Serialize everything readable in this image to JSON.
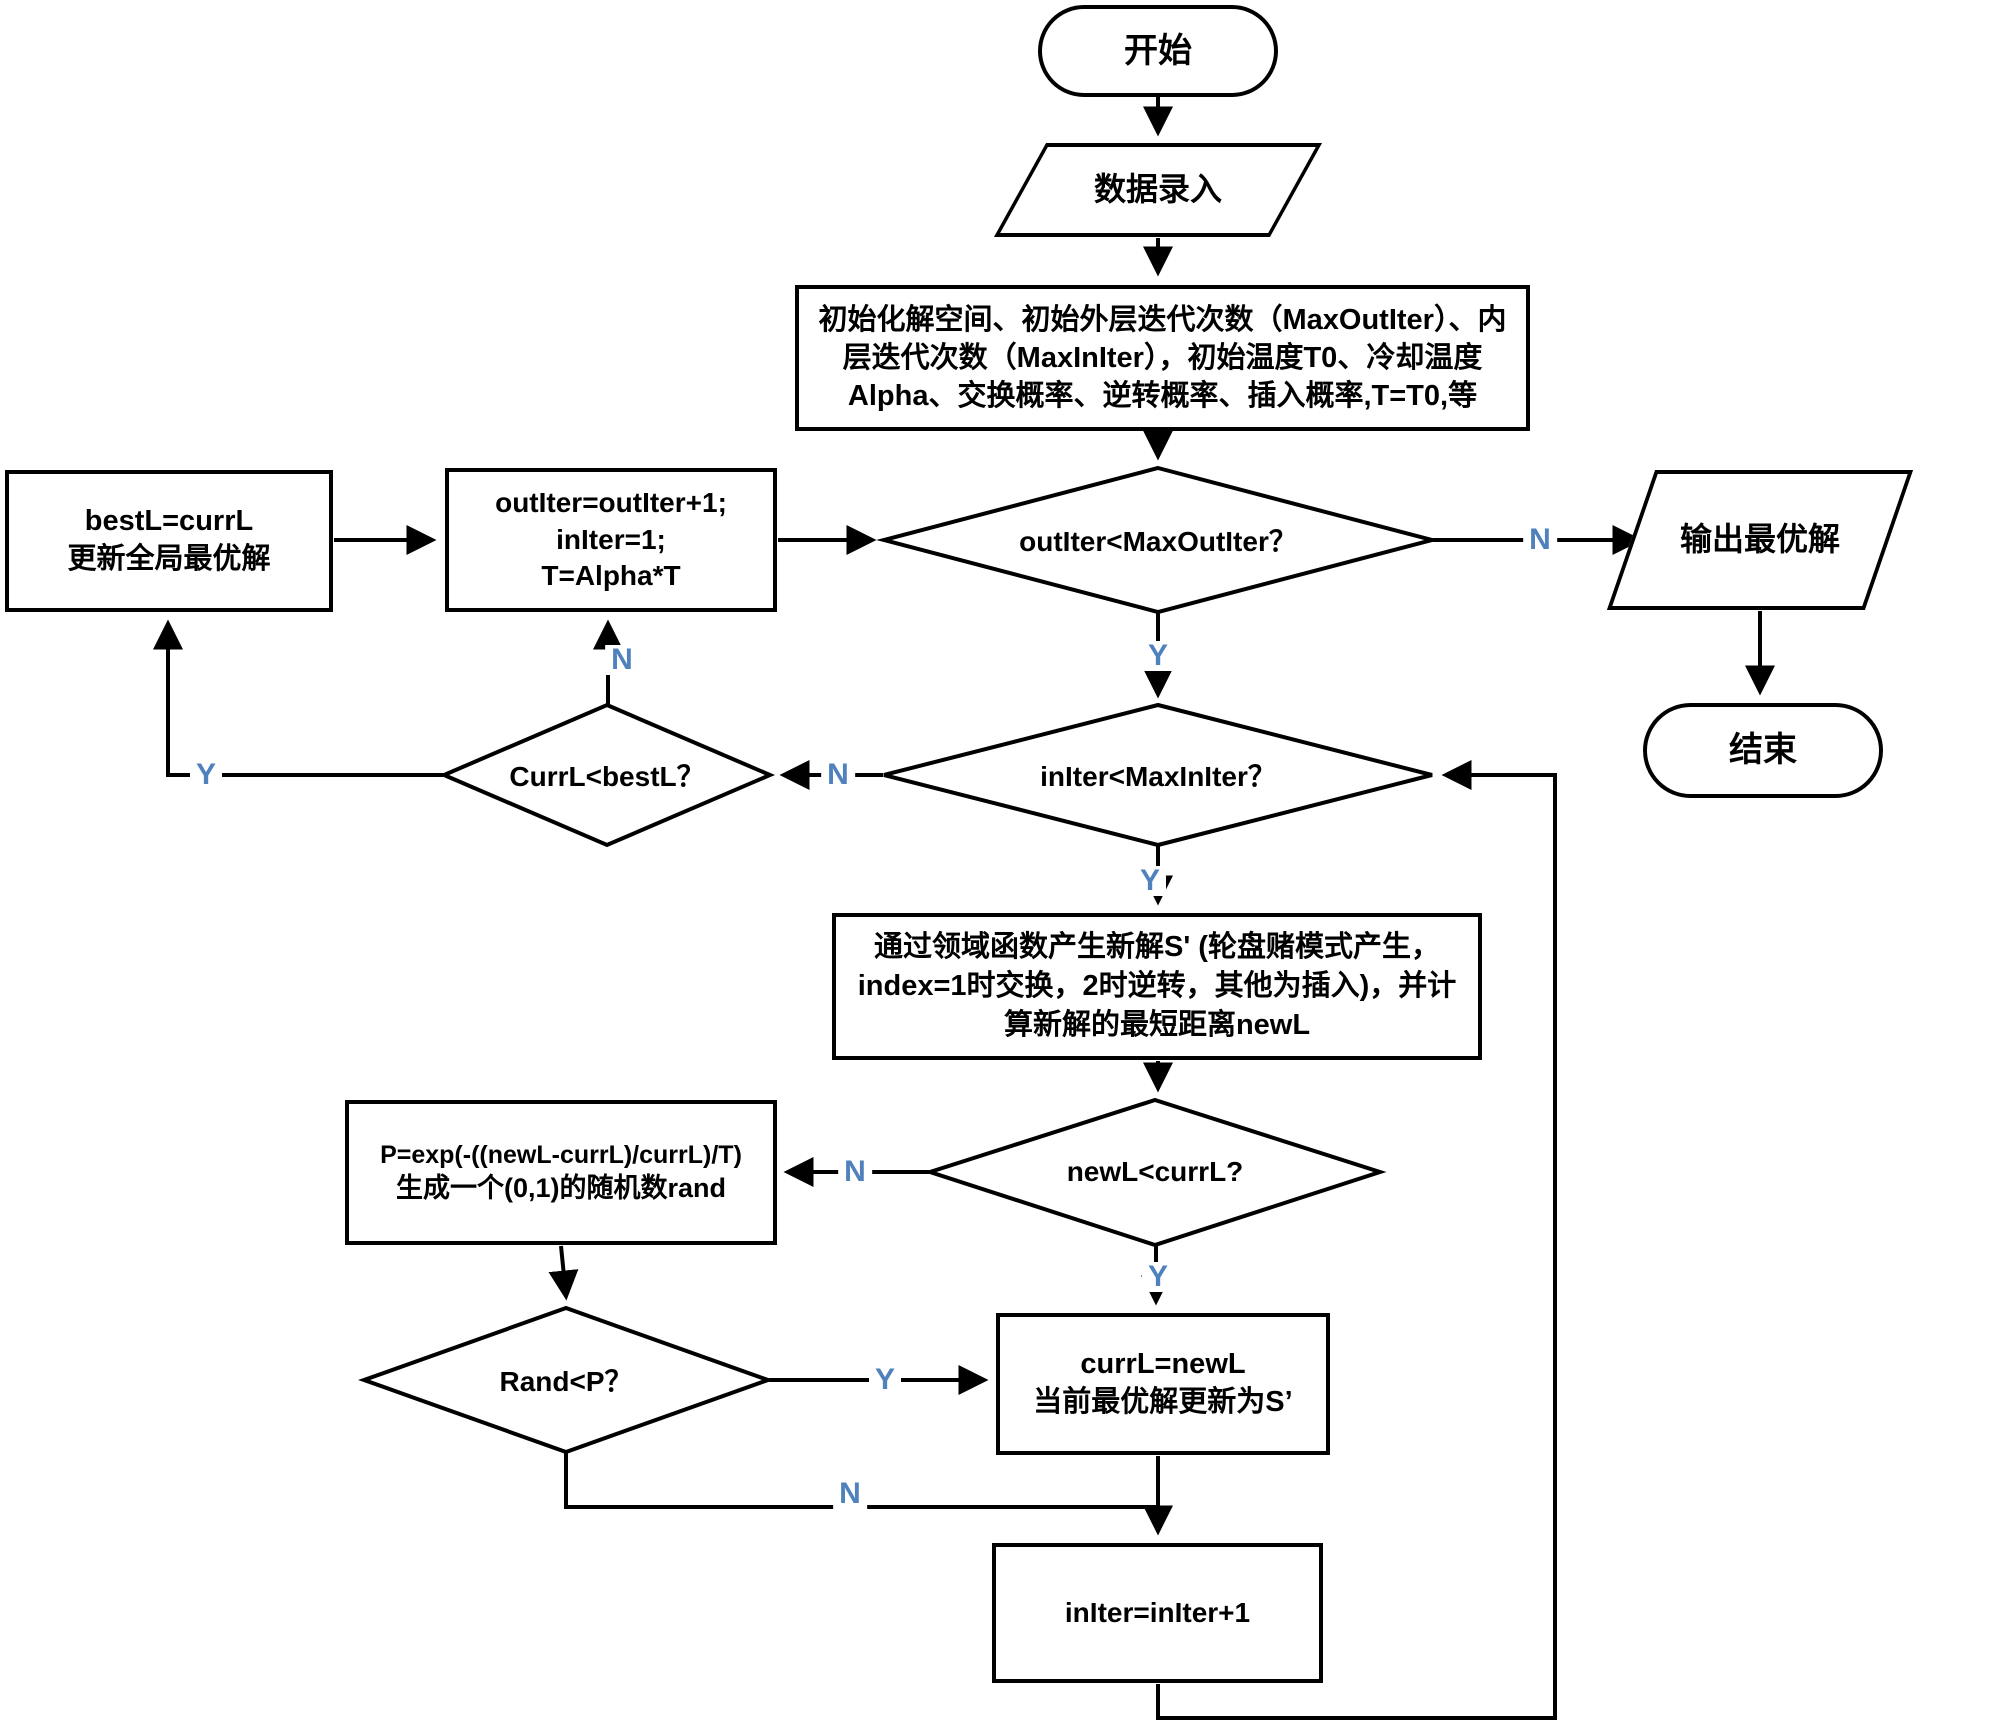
{
  "colors": {
    "stroke": "#000000",
    "shape_fill": "#ffffff",
    "text": "#000000",
    "branch_label": "#4f81bd"
  },
  "nodes": {
    "start": {
      "label": "开始"
    },
    "data_input": {
      "label": "数据录入"
    },
    "init": {
      "label": "初始化解空间、初始外层迭代次数（MaxOutIter）、内层迭代次数（MaxInIter），初始温度T0、冷却温度Alpha、交换概率、逆转概率、插入概率,T=T0,等"
    },
    "update_best": {
      "line1": "bestL=currL",
      "line2": "更新全局最优解"
    },
    "outer_update": {
      "line1": "outIter=outIter+1;",
      "line2": "inIter=1;",
      "line3": "T=Alpha*T"
    },
    "decision_outer": {
      "label": "outIter<MaxOutIter？"
    },
    "output_best": {
      "label": "输出最优解"
    },
    "end": {
      "label": "结束"
    },
    "decision_currbest": {
      "label": "CurrL<bestL？"
    },
    "decision_inner": {
      "label": "inIter<MaxInIter？"
    },
    "neighborhood": {
      "label": "通过领域函数产生新解S' (轮盘赌模式产生，index=1时交换，2时逆转，其他为插入)，并计算新解的最短距离newL"
    },
    "decision_newl": {
      "label": "newL<currL?"
    },
    "metropolis": {
      "line1": "P=exp(-((newL-currL)/currL)/T)",
      "line2": "生成一个(0,1)的随机数rand"
    },
    "decision_rand": {
      "label": "Rand<P？"
    },
    "accept_new": {
      "line1": "currL=newL",
      "line2": "当前最优解更新为S’"
    },
    "inner_increment": {
      "label": "inIter=inIter+1"
    }
  },
  "branch_labels": {
    "outer_yes": "Y",
    "outer_no": "N",
    "currbest_yes": "Y",
    "currbest_no": "N",
    "inner_yes": "Y",
    "inner_no": "N",
    "newl_yes": "Y",
    "newl_no": "N",
    "rand_yes": "Y",
    "rand_no": "N"
  }
}
